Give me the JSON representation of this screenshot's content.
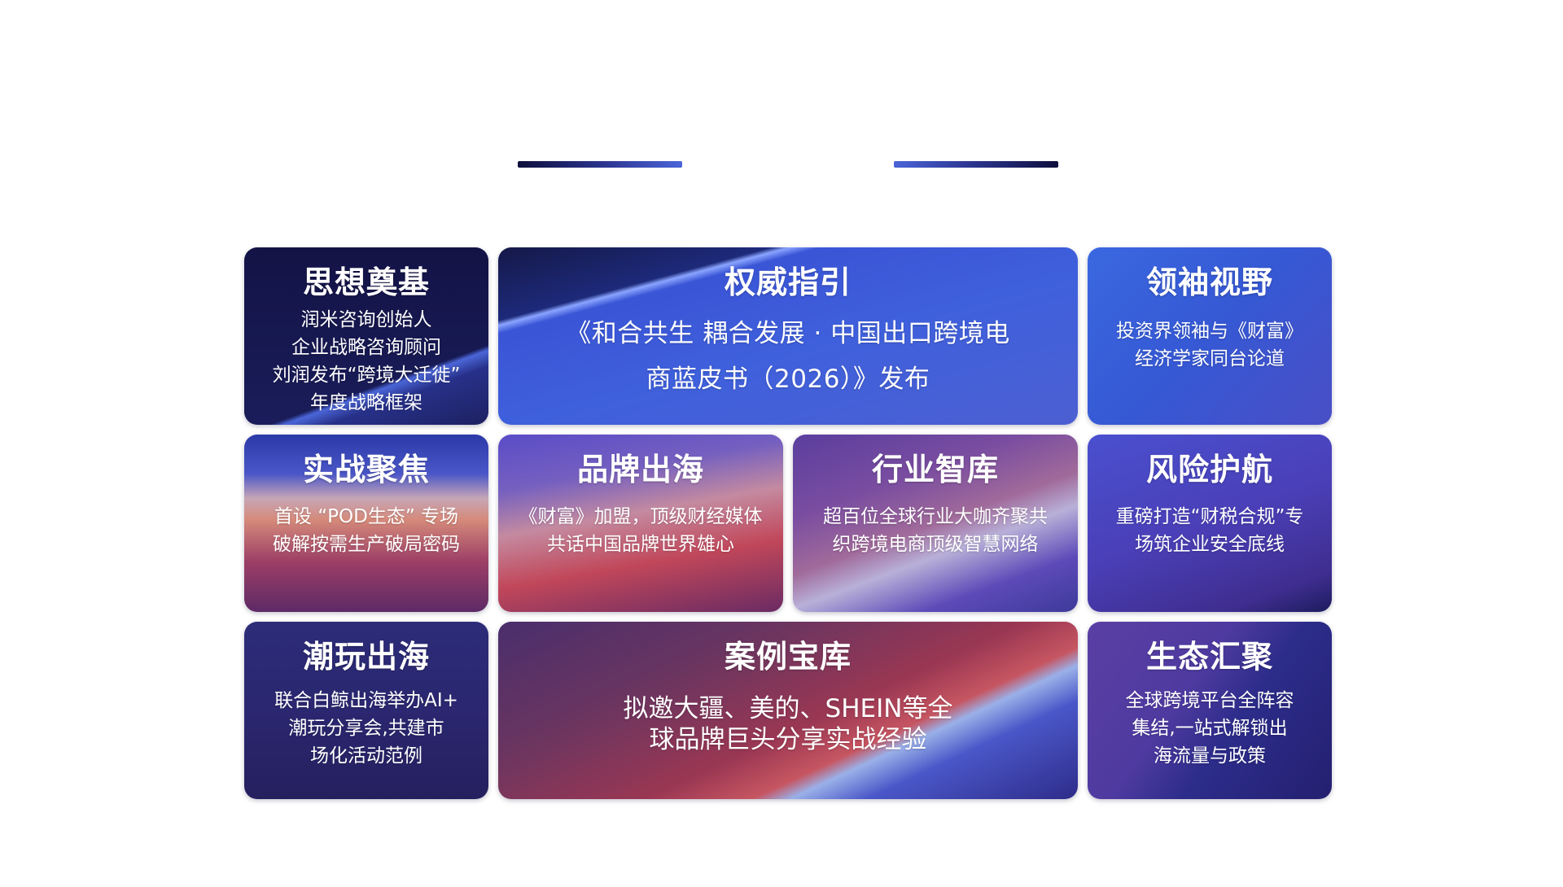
{
  "header": {
    "title": ""
  },
  "cards": [
    {
      "title": "思想奠基",
      "desc": "润米咨询创始人\n企业战略咨询顾问\n刘润发布“跨境大迁徙”\n年度战略框架"
    },
    {
      "title": "权威指引",
      "desc": "《和合共生 耦合发展 · 中国出口跨境电\n商蓝皮书（2026）》发布"
    },
    {
      "title": "领袖视野",
      "desc": "投资界领袖与《财富》\n经济学家同台论道"
    },
    {
      "title": "实战聚焦",
      "desc": "首设 “POD生态” 专场\n破解按需生产破局密码"
    },
    {
      "title": "品牌出海",
      "desc": "《财富》加盟，顶级财经媒体\n共话中国品牌世界雄心"
    },
    {
      "title": "行业智库",
      "desc": "超百位全球行业大咖齐聚共\n织跨境电商顶级智慧网络"
    },
    {
      "title": "风险护航",
      "desc": "重磅打造“财税合规”专\n场筑企业安全底线"
    },
    {
      "title": "潮玩出海",
      "desc": "联合白鲸出海举办AI+\n潮玩分享会,共建市\n场化活动范例"
    },
    {
      "title": "案例宝库",
      "desc": "拟邀大疆、美的、SHEIN等全\n球品牌巨头分享实战经验"
    },
    {
      "title": "生态汇聚",
      "desc": "全球跨境平台全阵容\n集结,一站式解锁出\n海流量与政策"
    }
  ]
}
